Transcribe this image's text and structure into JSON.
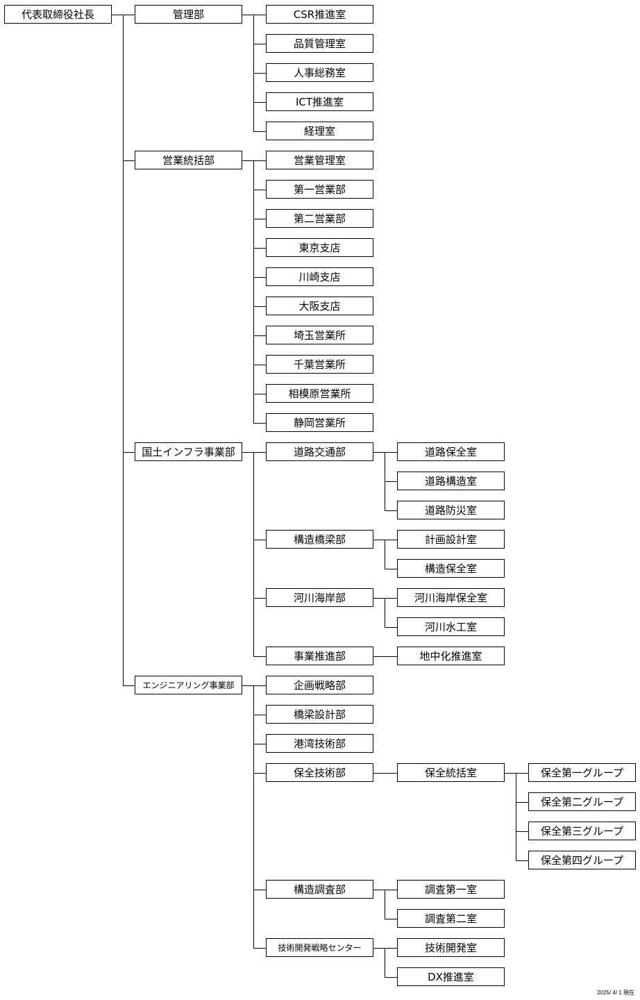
{
  "org_chart": {
    "root": "代表取締役社長",
    "as_of": "2025/ 4/ 1 現在",
    "divisions": [
      {
        "name": "管理部",
        "children": [
          {
            "name": "CSR推進室"
          },
          {
            "name": "品質管理室"
          },
          {
            "name": "人事総務室"
          },
          {
            "name": "ICT推進室"
          },
          {
            "name": "経理室"
          }
        ]
      },
      {
        "name": "営業統括部",
        "children": [
          {
            "name": "営業管理室"
          },
          {
            "name": "第一営業部"
          },
          {
            "name": "第二営業部"
          },
          {
            "name": "東京支店"
          },
          {
            "name": "川崎支店"
          },
          {
            "name": "大阪支店"
          },
          {
            "name": "埼玉営業所"
          },
          {
            "name": "千葉営業所"
          },
          {
            "name": "相模原営業所"
          },
          {
            "name": "静岡営業所"
          }
        ]
      },
      {
        "name": "国土インフラ事業部",
        "children": [
          {
            "name": "道路交通部",
            "children": [
              {
                "name": "道路保全室"
              },
              {
                "name": "道路構造室"
              },
              {
                "name": "道路防災室"
              }
            ]
          },
          {
            "name": "構造橋梁部",
            "children": [
              {
                "name": "計画設計室"
              },
              {
                "name": "構造保全室"
              }
            ]
          },
          {
            "name": "河川海岸部",
            "children": [
              {
                "name": "河川海岸保全室"
              },
              {
                "name": "河川水工室"
              }
            ]
          },
          {
            "name": "事業推進部",
            "children": [
              {
                "name": "地中化推進室"
              }
            ]
          }
        ]
      },
      {
        "name": "エンジニアリング事業部",
        "children": [
          {
            "name": "企画戦略部"
          },
          {
            "name": "橋梁設計部"
          },
          {
            "name": "港湾技術部"
          },
          {
            "name": "保全技術部",
            "children": [
              {
                "name": "保全統括室",
                "children": [
                  {
                    "name": "保全第一グループ"
                  },
                  {
                    "name": "保全第二グループ"
                  },
                  {
                    "name": "保全第三グループ"
                  },
                  {
                    "name": "保全第四グループ"
                  }
                ]
              }
            ]
          },
          {
            "name": "構造調査部",
            "children": [
              {
                "name": "調査第一室"
              },
              {
                "name": "調査第二室"
              }
            ]
          },
          {
            "name": "技術開発戦略センター",
            "children": [
              {
                "name": "技術開発室"
              },
              {
                "name": "DX推進室"
              }
            ]
          }
        ]
      }
    ]
  }
}
